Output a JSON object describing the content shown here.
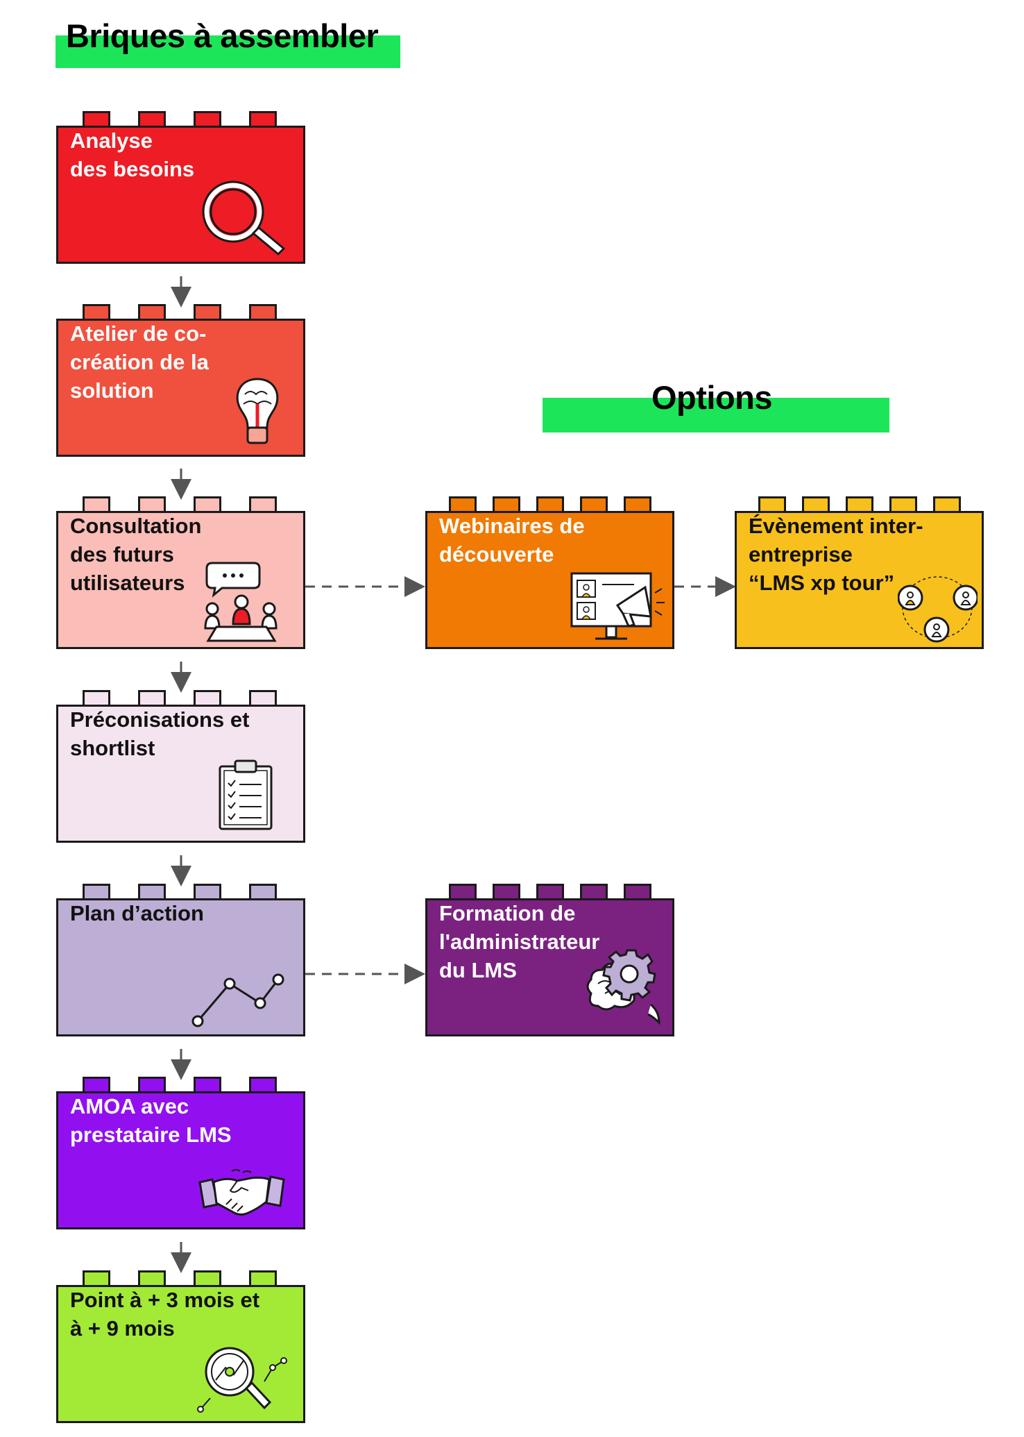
{
  "headings": {
    "main": "Briques à assembler",
    "options": "Options"
  },
  "colors": {
    "heading_highlight": "#1de55a",
    "arrow": "#555555"
  },
  "bricks": {
    "analyse": {
      "label": "Analyse\ndes besoins",
      "color": "#ee1c25",
      "text_color": "#ffffff",
      "icon": "magnifier-icon"
    },
    "atelier": {
      "label": "Atelier de co-\ncréation de la\nsolution",
      "color": "#f0503e",
      "text_color": "#ffffff",
      "icon": "lightbulb-icon"
    },
    "consultation": {
      "label": "Consultation\ndes futurs\nutilisateurs",
      "color": "#fabdb7",
      "text_color": "#111111",
      "icon": "meeting-icon"
    },
    "preconisations": {
      "label": "Préconisations et\nshortlist",
      "color": "#f4e4ef",
      "text_color": "#111111",
      "icon": "clipboard-checklist-icon"
    },
    "plan": {
      "label": "Plan d’action",
      "color": "#bcaed5",
      "text_color": "#111111",
      "icon": "line-chart-icon"
    },
    "amoa": {
      "label": "AMOA avec\nprestataire LMS",
      "color": "#9210f0",
      "text_color": "#ffffff",
      "icon": "handshake-icon"
    },
    "point": {
      "label": "Point à + 3 mois et\nà + 9 mois",
      "color": "#a3ea37",
      "text_color": "#111111",
      "icon": "analytics-magnifier-icon"
    },
    "webinaires": {
      "label": "Webinaires de\ndécouverte",
      "color": "#f07a03",
      "text_color": "#ffffff",
      "icon": "webinar-screen-icon"
    },
    "evenement": {
      "label": "Évènement inter-\nentreprise\n“LMS xp tour”",
      "color": "#f8c01c",
      "text_color": "#111111",
      "icon": "network-people-icon"
    },
    "formation": {
      "label": "Formation de\nl'administrateur\ndu LMS",
      "color": "#7b2280",
      "text_color": "#ffffff",
      "icon": "brain-gear-icon"
    }
  }
}
